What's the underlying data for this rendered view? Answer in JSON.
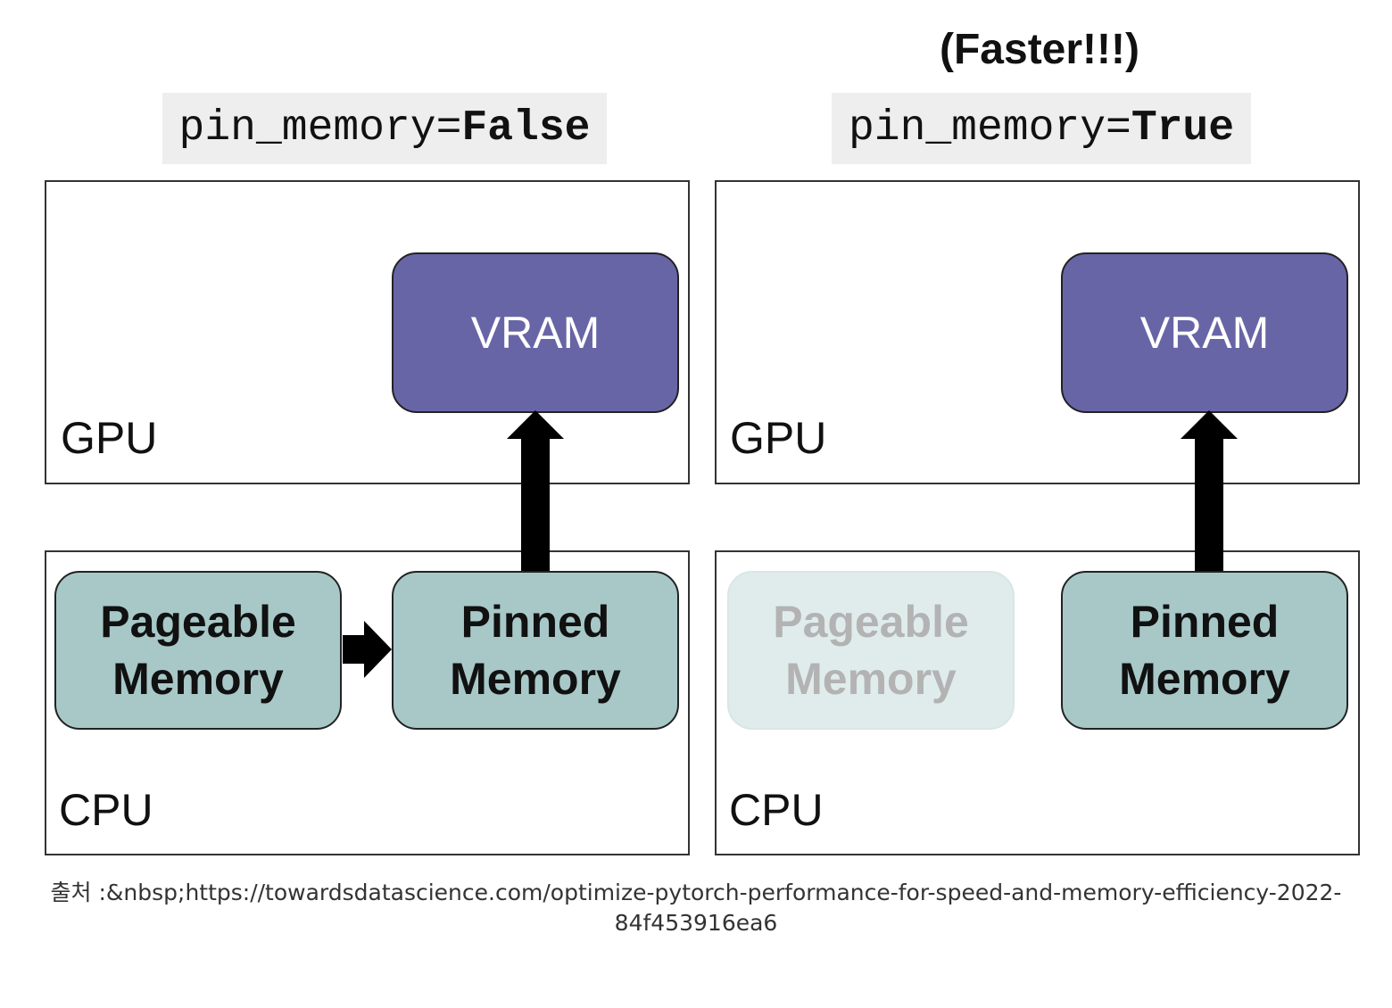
{
  "header": {
    "faster_note": "(Faster!!!)"
  },
  "panels": [
    {
      "code_param": "pin_memory=",
      "code_value": "False",
      "gpu_label": "GPU",
      "cpu_label": "CPU",
      "vram_label": "VRAM",
      "pageable": {
        "line1": "Pageable",
        "line2": "Memory",
        "active": true
      },
      "pinned": {
        "line1": "Pinned",
        "line2": "Memory"
      }
    },
    {
      "code_param": "pin_memory=",
      "code_value": "True",
      "gpu_label": "GPU",
      "cpu_label": "CPU",
      "vram_label": "VRAM",
      "pageable": {
        "line1": "Pageable",
        "line2": "Memory",
        "active": false
      },
      "pinned": {
        "line1": "Pinned",
        "line2": "Memory"
      }
    }
  ],
  "footer": {
    "source_line1": "출처 :&nbsp;https://towardsdatascience.com/optimize-pytorch-performance-for-speed-and-memory-efficiency-2022-",
    "source_line2": "84f453916ea6"
  },
  "colors": {
    "vram": "#6865a6",
    "memory": "#a8c8c8",
    "memory_faded": "#e0ecec",
    "title_bg": "#eeeeee"
  }
}
